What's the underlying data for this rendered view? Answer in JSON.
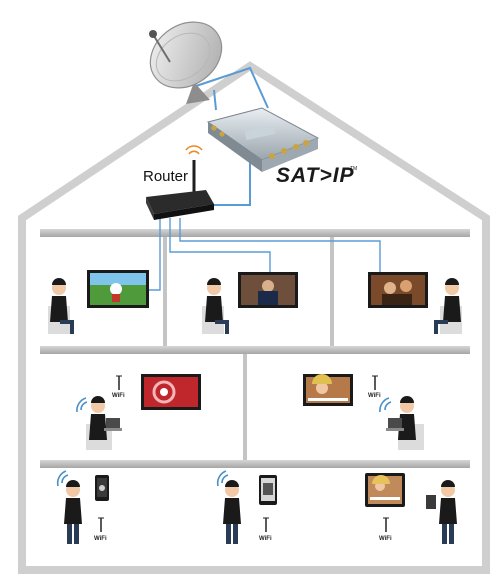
{
  "labels": {
    "router": "Router",
    "brand": "SAT>IP",
    "trademark": "TM",
    "wifi": "WiFi"
  },
  "colors": {
    "house_outline": "#cfcfcf",
    "floor_slab": "#bdbdbd",
    "cable": "#5b9bd5",
    "router_body": "#1e1e1e",
    "person_shirt": "#1a1a1a",
    "chair": "#dcdcdc",
    "wifi_waves": "#4a90c8",
    "router_antenna_waves": "#e8892a"
  },
  "icons": [
    "satellite-dish-icon",
    "satip-server-icon",
    "router-icon",
    "tv-icon",
    "laptop-icon",
    "tablet-icon",
    "smartphone-icon",
    "wifi-antenna-icon",
    "person-icon"
  ]
}
